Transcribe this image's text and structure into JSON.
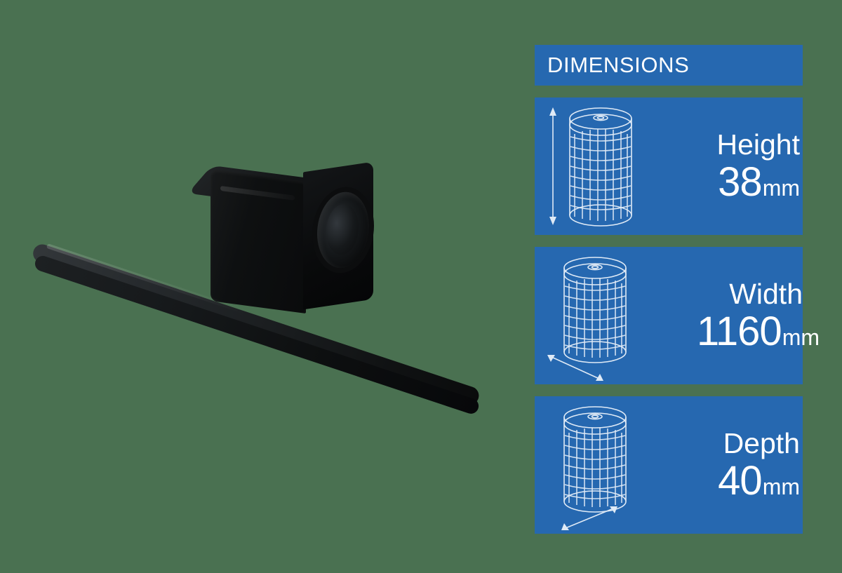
{
  "page": {
    "background_color": "#4a7151",
    "accent_color": "#2668b0",
    "text_color": "#ffffff"
  },
  "product": {
    "soundbar_name": "soundbar",
    "subwoofer_name": "subwoofer"
  },
  "panel": {
    "header_title": "DIMENSIONS",
    "cards": [
      {
        "key": "height",
        "label": "Height",
        "value": "38",
        "unit": "mm",
        "icon": "cylinder-speaker-icon",
        "arrow": "vertical-double-arrow-icon",
        "arrow_direction": "vertical"
      },
      {
        "key": "width",
        "label": "Width",
        "value": "1160",
        "unit": "mm",
        "icon": "cylinder-speaker-icon",
        "arrow": "diagonal-double-arrow-icon",
        "arrow_direction": "diagonal-down-right"
      },
      {
        "key": "depth",
        "label": "Depth",
        "value": "40",
        "unit": "mm",
        "icon": "cylinder-speaker-icon",
        "arrow": "diagonal-double-arrow-icon",
        "arrow_direction": "diagonal-up-right"
      }
    ]
  }
}
